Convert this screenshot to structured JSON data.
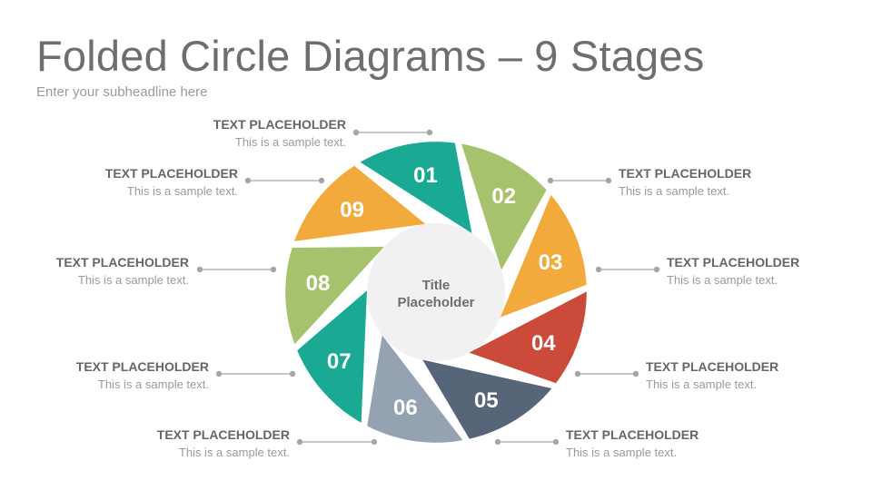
{
  "header": {
    "title": "Folded Circle Diagrams – 9 Stages",
    "subtitle": "Enter your subheadline here"
  },
  "center": {
    "line1": "Title",
    "line2": "Placeholder"
  },
  "stages": [
    {
      "number": "01",
      "color": "#1aaa94",
      "heading": "TEXT PLACEHOLDER",
      "text": "This is a sample text."
    },
    {
      "number": "02",
      "color": "#a7c26c",
      "heading": "TEXT PLACEHOLDER",
      "text": "This is a sample text."
    },
    {
      "number": "03",
      "color": "#f3aa3c",
      "heading": "TEXT PLACEHOLDER",
      "text": "This is a sample text."
    },
    {
      "number": "04",
      "color": "#cb4a3a",
      "heading": "TEXT PLACEHOLDER",
      "text": "This is a sample text."
    },
    {
      "number": "05",
      "color": "#576579",
      "heading": "TEXT PLACEHOLDER",
      "text": "This is a sample text."
    },
    {
      "number": "06",
      "color": "#94a2b1",
      "heading": "TEXT PLACEHOLDER",
      "text": "This is a sample text."
    },
    {
      "number": "07",
      "color": "#1aaa94",
      "heading": "TEXT PLACEHOLDER",
      "text": "This is a sample text."
    },
    {
      "number": "08",
      "color": "#a7c26c",
      "heading": "TEXT PLACEHOLDER",
      "text": "This is a sample text."
    },
    {
      "number": "09",
      "color": "#f3aa3c",
      "heading": "TEXT PLACEHOLDER",
      "text": "This is a sample text."
    }
  ],
  "colors": {
    "connector": "#a6a6a6",
    "center_fill": "#f1f1f1",
    "center_text": "#6e6e6e"
  }
}
